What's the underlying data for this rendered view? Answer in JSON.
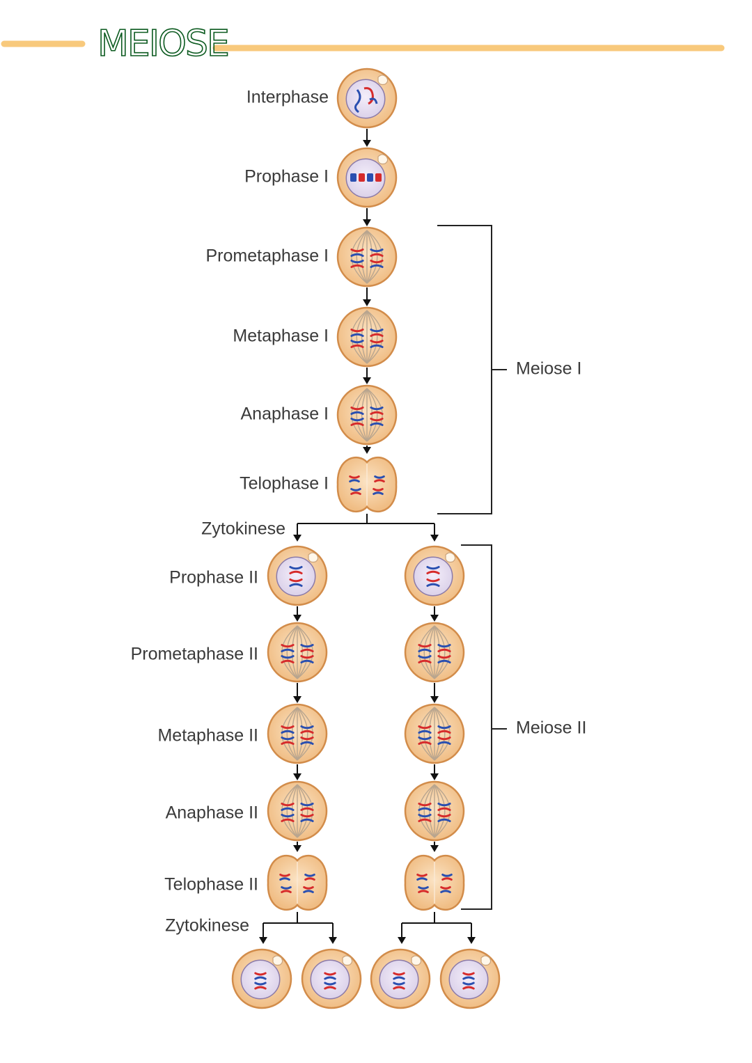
{
  "title": "MEIOSE",
  "colors": {
    "accent_line": "#f8c97c",
    "title_ink": "#0b5a1f",
    "cell_outer": "#f3c48f",
    "cell_rim": "#d28c4a",
    "nucleus": "#e8e0f2",
    "chrom_red": "#d62b2b",
    "chrom_blue": "#2a4fb0",
    "bracket": "#222222"
  },
  "stages_meiosis1": [
    {
      "label": "Interphase",
      "type": "interphase"
    },
    {
      "label": "Prophase I",
      "type": "prophase1"
    },
    {
      "label": "Prometaphase I",
      "type": "spindle"
    },
    {
      "label": "Metaphase I",
      "type": "spindle"
    },
    {
      "label": "Anaphase I",
      "type": "spindle"
    },
    {
      "label": "Telophase I",
      "type": "telophase"
    }
  ],
  "cytokinesis_label_1": "Zytokinese",
  "stages_meiosis2": [
    {
      "label": "Prophase II",
      "type": "prophase2"
    },
    {
      "label": "Prometaphase II",
      "type": "spindle"
    },
    {
      "label": "Metaphase II",
      "type": "spindle"
    },
    {
      "label": "Anaphase II",
      "type": "spindle"
    },
    {
      "label": "Telophase II",
      "type": "telophase"
    }
  ],
  "cytokinesis_label_2": "Zytokinese",
  "brackets": {
    "meiosis1": "Meiose I",
    "meiosis2": "Meiose II"
  },
  "daughter_cells": 4
}
